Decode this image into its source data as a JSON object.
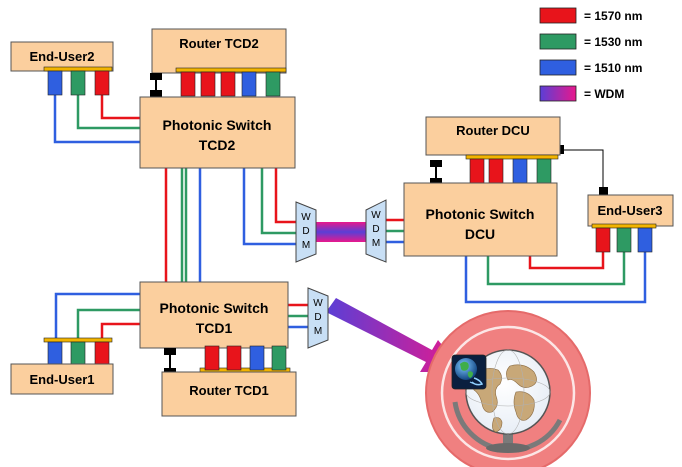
{
  "legend": [
    {
      "label": "= 1570 nm",
      "color": "#e8141b"
    },
    {
      "label": "= 1530 nm",
      "color": "#2e9a63"
    },
    {
      "label": "= 1510 nm",
      "color": "#2f5fe0"
    },
    {
      "label": "= WDM",
      "gradient": [
        "#5a3fd6",
        "#e8188c"
      ]
    }
  ],
  "nodes": {
    "end_user2": "End-User2",
    "router_tcd2": "Router TCD2",
    "switch_tcd2": [
      "Photonic Switch",
      "TCD2"
    ],
    "router_dcu": "Router DCU",
    "switch_dcu": [
      "Photonic Switch",
      "DCU"
    ],
    "end_user3": "End-User3",
    "switch_tcd1": [
      "Photonic Switch",
      "TCD1"
    ],
    "end_user1": "End-User1",
    "router_tcd1": "Router TCD1"
  },
  "wdm_letters": [
    "W",
    "D",
    "M"
  ],
  "colors": {
    "box_fill": "#fbcf9e",
    "port_bar": "#f2b400",
    "red": "#e8141b",
    "green": "#2e9a63",
    "blue": "#2f5fe0",
    "wdm_fill": "#c8dff5",
    "globe_ring": "#f08080"
  },
  "icons": [
    "globe-icon",
    "internet-globe-icon"
  ]
}
